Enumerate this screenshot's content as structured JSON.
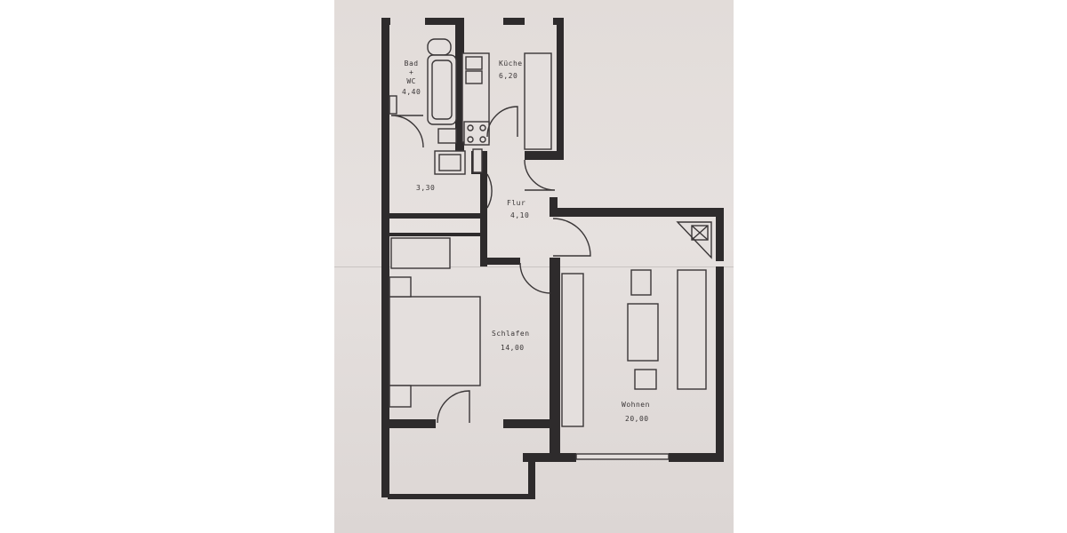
{
  "rooms": {
    "bad": {
      "line1": "Bad",
      "line2": "+",
      "line3": "WC",
      "area": "4,40"
    },
    "kueche": {
      "name": "Küche",
      "area": "6,20"
    },
    "abstell": {
      "area": "3,30"
    },
    "flur": {
      "name": "Flur",
      "area": "4,10"
    },
    "schlafen": {
      "name": "Schlafen",
      "area": "14,00"
    },
    "wohnen": {
      "name": "Wohnen",
      "area": "20,00"
    }
  },
  "colors": {
    "wall": "#2e2b2c",
    "paper": "#e2dcd9",
    "background": "#ffffff"
  },
  "icons": {
    "chimney": "chimney-x-icon"
  }
}
